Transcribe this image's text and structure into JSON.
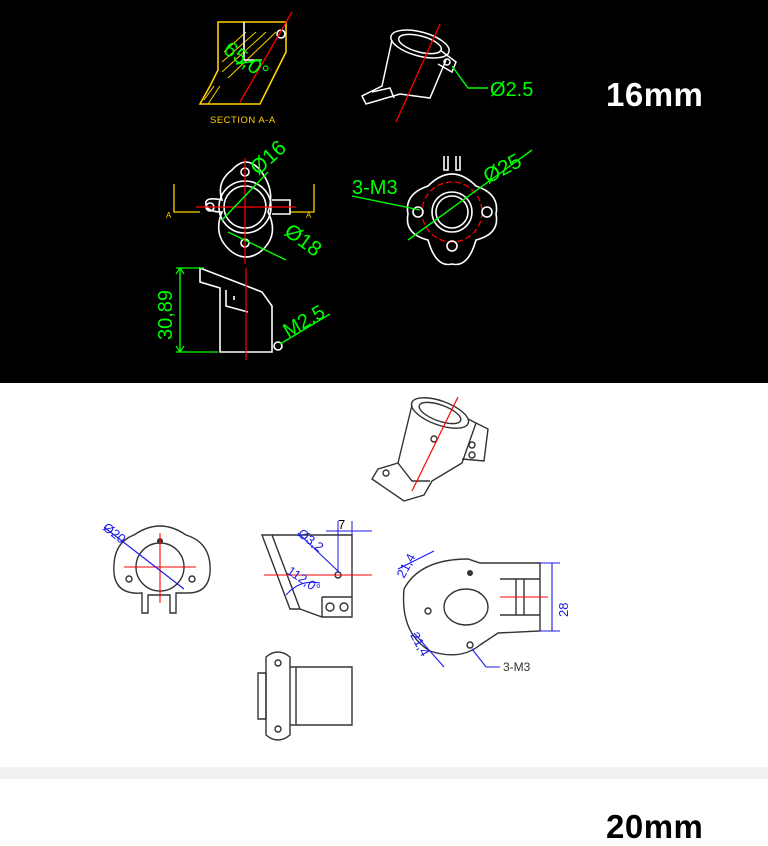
{
  "sizes": {
    "small": "16mm",
    "large": "20mm"
  },
  "drawing_16": {
    "section_label": "SECTION A-A",
    "angle": "65,0°",
    "section_mark": "A",
    "dia_hole": "Ø2.5",
    "dia_inner": "Ø16",
    "dia_outer": "Ø18",
    "dia_pcd": "Ø25",
    "screws": "3-M3",
    "height": "30,89",
    "thread": "M2.5"
  },
  "drawing_20": {
    "dia_inner": "Ø20",
    "dia_hole": "Ø3,2",
    "offset": "7",
    "angle": "112,0°",
    "spacing_top": "21,4",
    "spacing_bottom": "21,4",
    "height": "28",
    "screws": "3-M3"
  },
  "colors": {
    "dark_bg": "#000000",
    "light_bg": "#ffffff",
    "dim_green": "#00ff00",
    "center_red": "#ff0000",
    "outline_white": "#ffffff",
    "section_yellow": "#ffd000",
    "dim_blue": "#1a1ae6"
  }
}
